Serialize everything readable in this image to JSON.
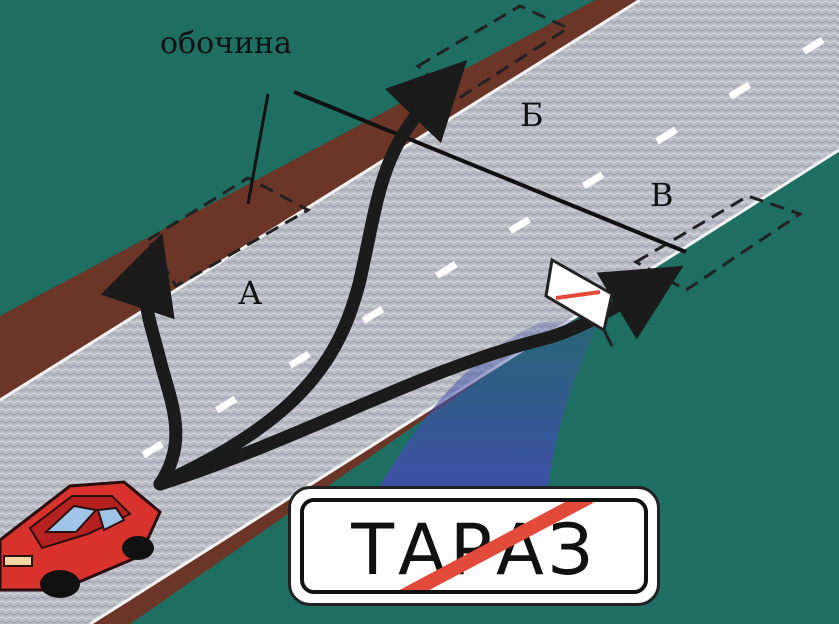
{
  "labels": {
    "shoulder": "обочина",
    "zone_a": "А",
    "zone_b": "Б",
    "zone_v": "В"
  },
  "city_sign": {
    "text": "ТАРАЗ",
    "crossed_out": true
  },
  "colors": {
    "background": "#1e6e62",
    "shoulder": "#6b3528",
    "road": "#b9bcc5",
    "arrow": "#1b1b1b",
    "car": "#d8322c",
    "sign_slash": "#e24a3a",
    "sign_beam": "#3f4fa8"
  }
}
